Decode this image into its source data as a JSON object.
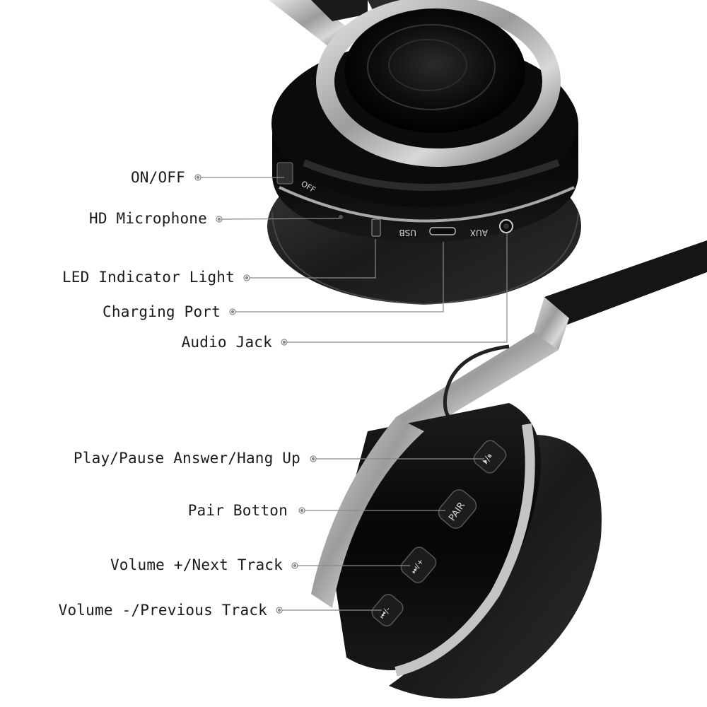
{
  "callouts": {
    "on_off": "ON/OFF",
    "hd_microphone": "HD Microphone",
    "led_indicator": "LED Indicator Light",
    "charging_port": "Charging Port",
    "audio_jack": "Audio Jack",
    "play_pause": "Play/Pause Answer/Hang Up",
    "pair_button": "Pair Botton",
    "volume_up": "Volume +/Next Track",
    "volume_down": "Volume -/Previous Track"
  },
  "device_markings": {
    "off": "OFF",
    "usb": "USB",
    "aux": "AUX",
    "pair": "PAIR",
    "play_pause": "⏵/⏸",
    "next": "⏭/+",
    "prev": "⏮/-"
  },
  "colors": {
    "headphone_black": "#111111",
    "silver": "#b8b8b8",
    "pad_black": "#2a2a2a",
    "leader_line": "#8a8a8a"
  }
}
